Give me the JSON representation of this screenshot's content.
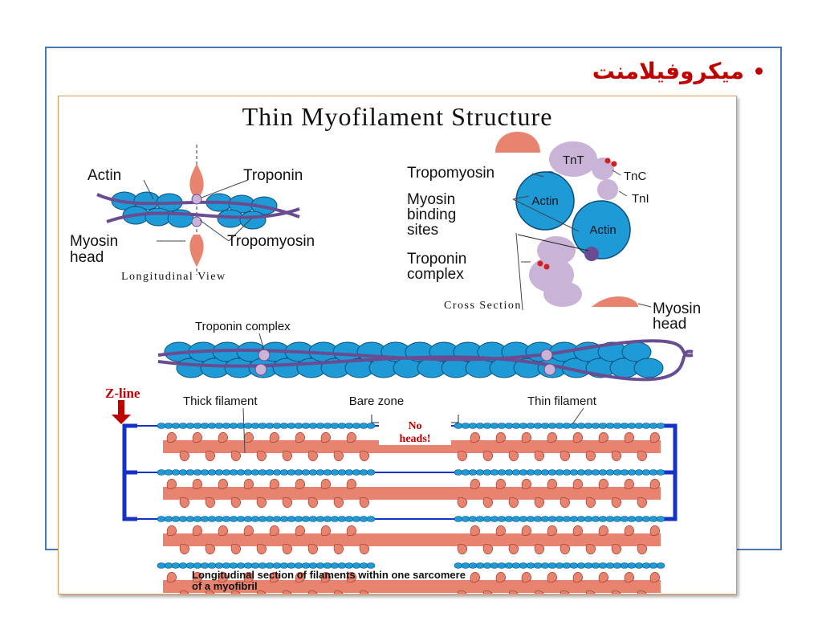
{
  "slide": {
    "bullet": "ميكروفيلامنت",
    "colors": {
      "frame": "#4a79b8",
      "bullet": "#c00000",
      "actin": "#1e9ad6",
      "tropomyosin": "#6a4c93",
      "myosin": "#e8836f",
      "troponin": "#c9b3d6",
      "z_line": "#1432c8"
    }
  },
  "figure": {
    "title": "Thin Myofilament Structure",
    "longitudinal": {
      "actin": "Actin",
      "troponin": "Troponin",
      "myosin_head_1": "Myosin",
      "myosin_head_2": "head",
      "tropomyosin": "Tropomyosin",
      "caption": "Longitudinal View"
    },
    "cross": {
      "tropomyosin": "Tropomyosin",
      "tnt": "TnT",
      "tnc": "TnC",
      "tni": "TnI",
      "binding_1": "Myosin",
      "binding_2": "binding",
      "binding_3": "sites",
      "actin_1": "Actin",
      "actin_2": "Actin",
      "complex_1": "Troponin",
      "complex_2": "complex",
      "caption": "Cross Section",
      "myosin_1": "Myosin",
      "myosin_2": "head"
    },
    "thin_filament": {
      "troponin_complex": "Troponin complex"
    },
    "sarcomere": {
      "z_line": "Z-line",
      "thick": "Thick filament",
      "bare": "Bare zone",
      "thin": "Thin filament",
      "no_heads_1": "No",
      "no_heads_2": "heads!",
      "caption_1": "Longitudinal section of filaments within one sarcomere",
      "caption_2": "of a myofibril"
    }
  }
}
